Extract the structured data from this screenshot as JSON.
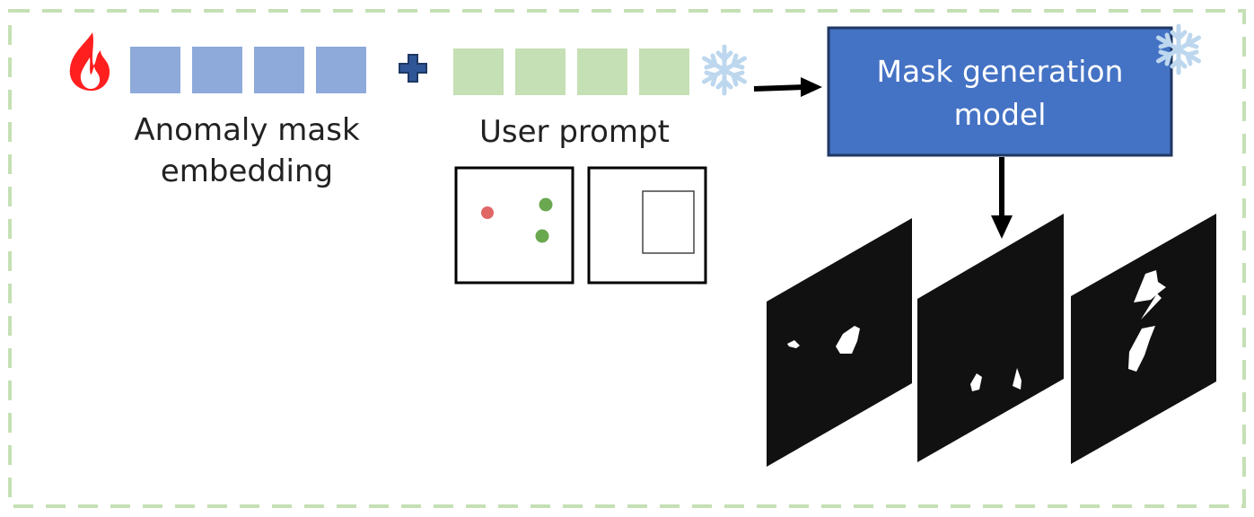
{
  "embedding": {
    "label_line1": "Anomaly mask",
    "label_line2": "embedding",
    "token_color": "#8eaadb",
    "token_count": 4,
    "trainable_icon": "fire-icon"
  },
  "operator": {
    "icon": "plus-icon",
    "color": "#2f5597"
  },
  "user_prompt": {
    "label": "User prompt",
    "token_color": "#c5e0b4",
    "token_count": 4,
    "frozen_icon": "snowflake-icon",
    "examples": [
      "point-prompt",
      "box-prompt"
    ],
    "point_colors": {
      "negative": "#e06666",
      "positive": "#6aa84f"
    }
  },
  "model": {
    "title_line1": "Mask generation",
    "title_line2": "model",
    "fill_color": "#4472c4",
    "border_color": "#1f3864",
    "frozen_icon": "snowflake-icon"
  },
  "outputs": {
    "count": 3,
    "mask_background": "#111111",
    "mask_foreground": "#ffffff"
  },
  "frame": {
    "border_color": "#c5e0b4",
    "style": "dashed"
  }
}
